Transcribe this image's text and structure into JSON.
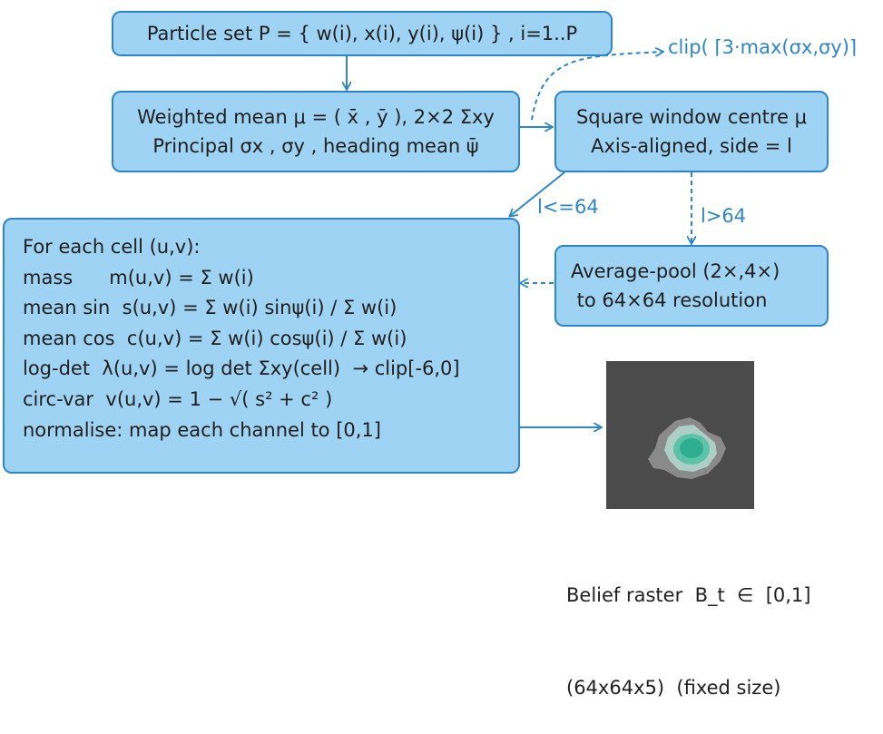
{
  "particle_box": "Particle set  P = { w(i),  x(i), y(i), ψ(i) }  ,  i=1..P",
  "mean_box": {
    "line1": "Weighted mean μ = ( x̄ , ȳ ), 2×2 Σxy",
    "line2": "Principal σx , σy , heading mean ψ̄"
  },
  "clip_label": "clip( ⌈3·max(σx,σy)⌉",
  "window_box": {
    "line1": "Square window centre μ",
    "line2": "Axis-aligned, side =  l"
  },
  "branch_small": "l<=64",
  "branch_large": "l>64",
  "pool_box": {
    "line1": "Average-pool (2×,4×)",
    "line2": " to 64×64 resolution"
  },
  "cell_box": {
    "lines": [
      "For each cell (u,v):",
      "mass      m(u,v) = Σ w(i)",
      "mean sin  s(u,v) = Σ w(i) sinψ(i) / Σ w(i)",
      "mean cos  c(u,v) = Σ w(i) cosψ(i) / Σ w(i)",
      "log-det  λ(u,v) = log det Σxy(cell)  → clip[-6,0]",
      "circ-var  v(u,v) = 1 − √( s² + c² )",
      "normalise: map each channel to [0,1]"
    ]
  },
  "raster_caption": {
    "line1": "Belief raster  B_t  ∈  [0,1]",
    "line2": "(64x64x5)  (fixed size)"
  },
  "colors": {
    "box_fill": "#9fd3f3",
    "box_border": "#2d86c8",
    "arrow": "#2d86c8",
    "raster_bg": "#4b4b4b",
    "blob_outer": "#8a8a8a",
    "blob_inner": "#aecfc6",
    "blob_core": "#2fae8f"
  }
}
